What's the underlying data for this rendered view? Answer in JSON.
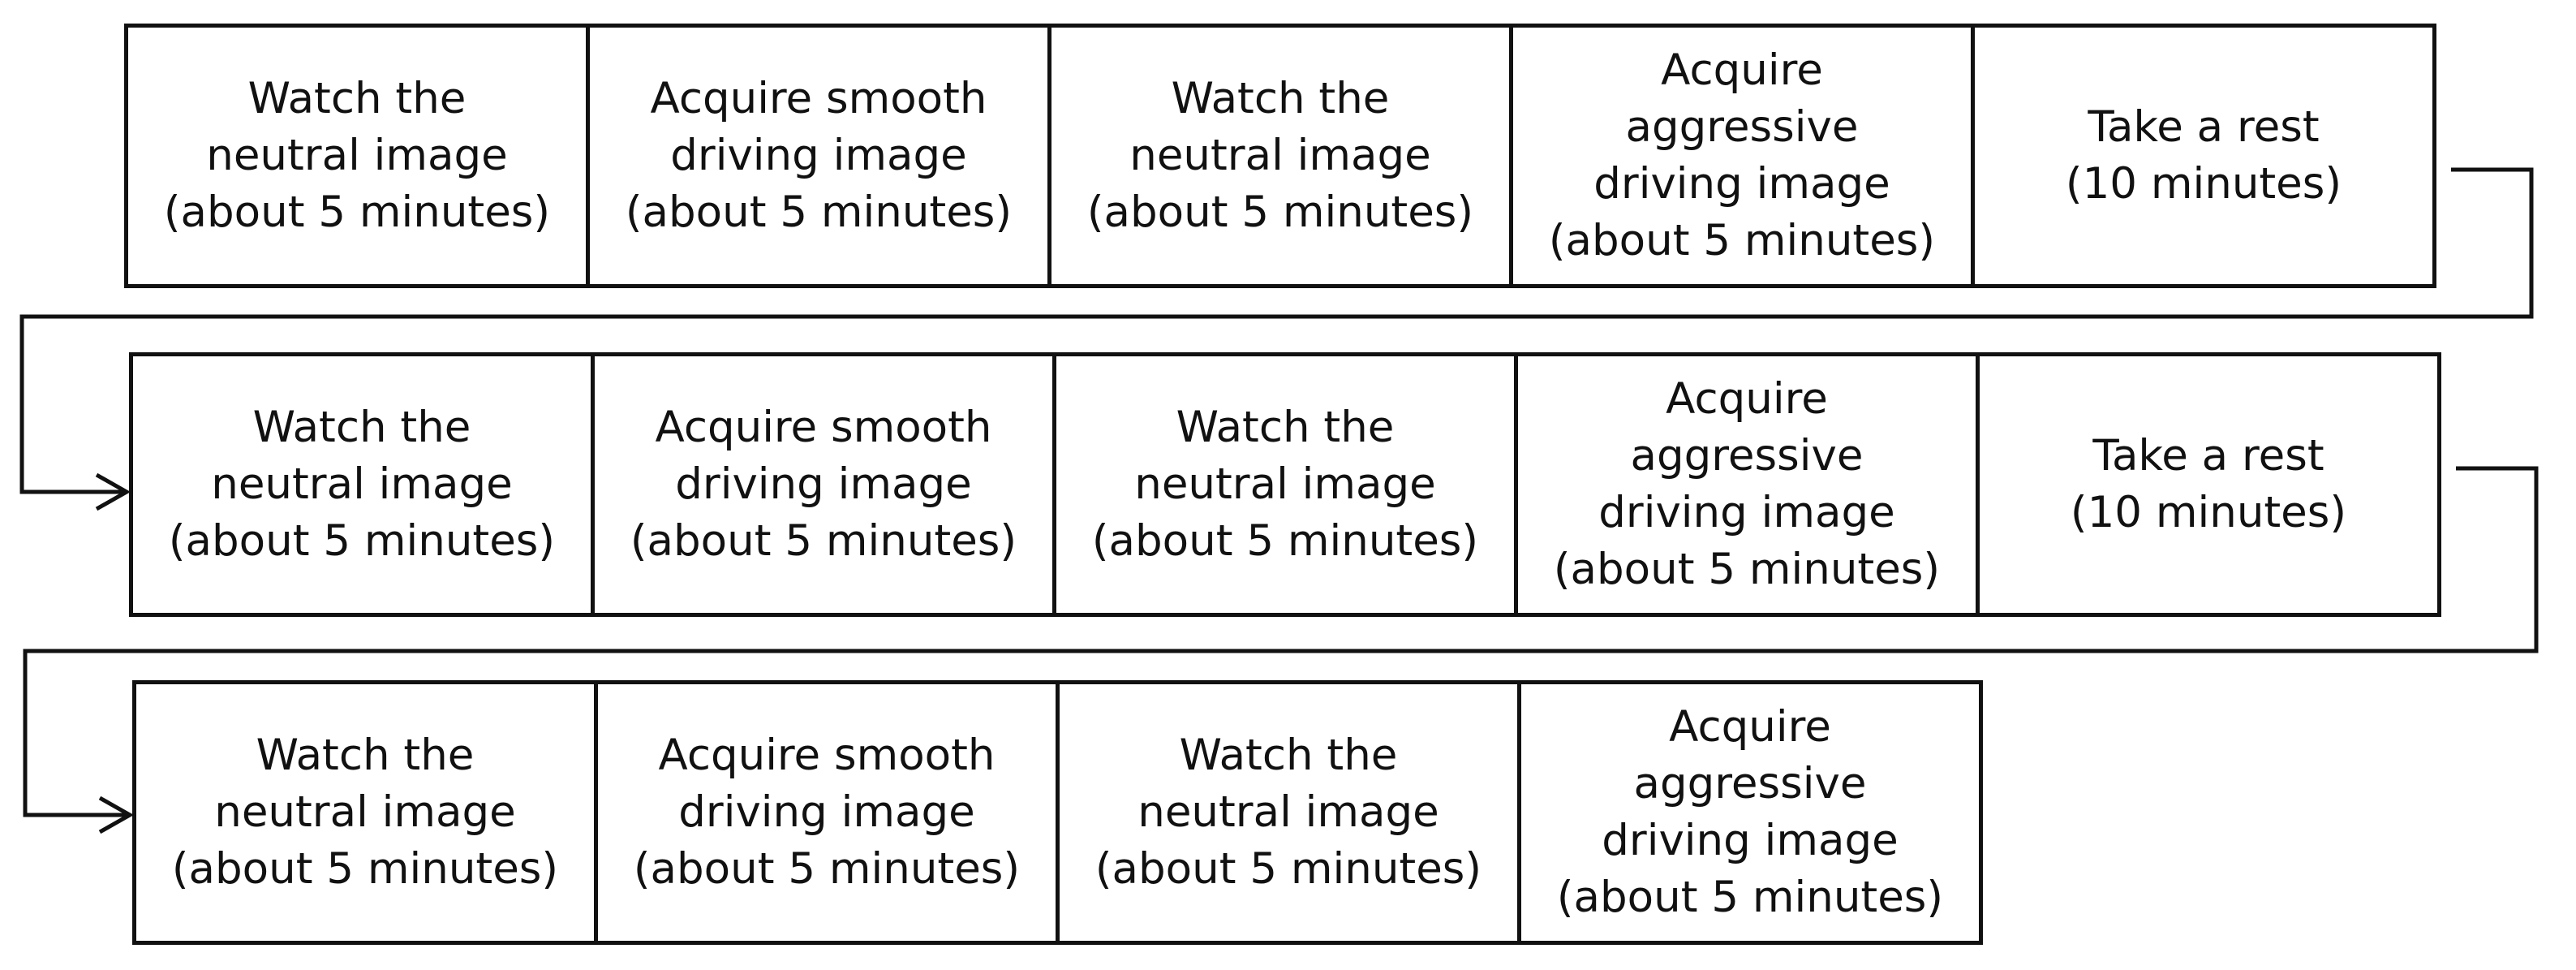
{
  "rows": [
    {
      "cells": [
        "Watch the\nneutral image\n(about 5 minutes)",
        "Acquire smooth\ndriving image\n(about 5 minutes)",
        "Watch the\nneutral image\n(about 5 minutes)",
        "Acquire\naggressive\ndriving image\n(about 5 minutes)",
        "Take a rest\n(10 minutes)"
      ]
    },
    {
      "cells": [
        "Watch the\nneutral image\n(about 5 minutes)",
        "Acquire smooth\ndriving image\n(about 5 minutes)",
        "Watch the\nneutral image\n(about 5 minutes)",
        "Acquire\naggressive\ndriving image\n(about 5 minutes)",
        "Take a rest\n(10 minutes)"
      ]
    },
    {
      "cells": [
        "Watch the\nneutral image\n(about 5 minutes)",
        "Acquire smooth\ndriving image\n(about 5 minutes)",
        "Watch the\nneutral image\n(about 5 minutes)",
        "Acquire\naggressive\ndriving image\n(about 5 minutes)"
      ]
    }
  ],
  "colors": {
    "line": "#111111",
    "background": "#ffffff"
  }
}
